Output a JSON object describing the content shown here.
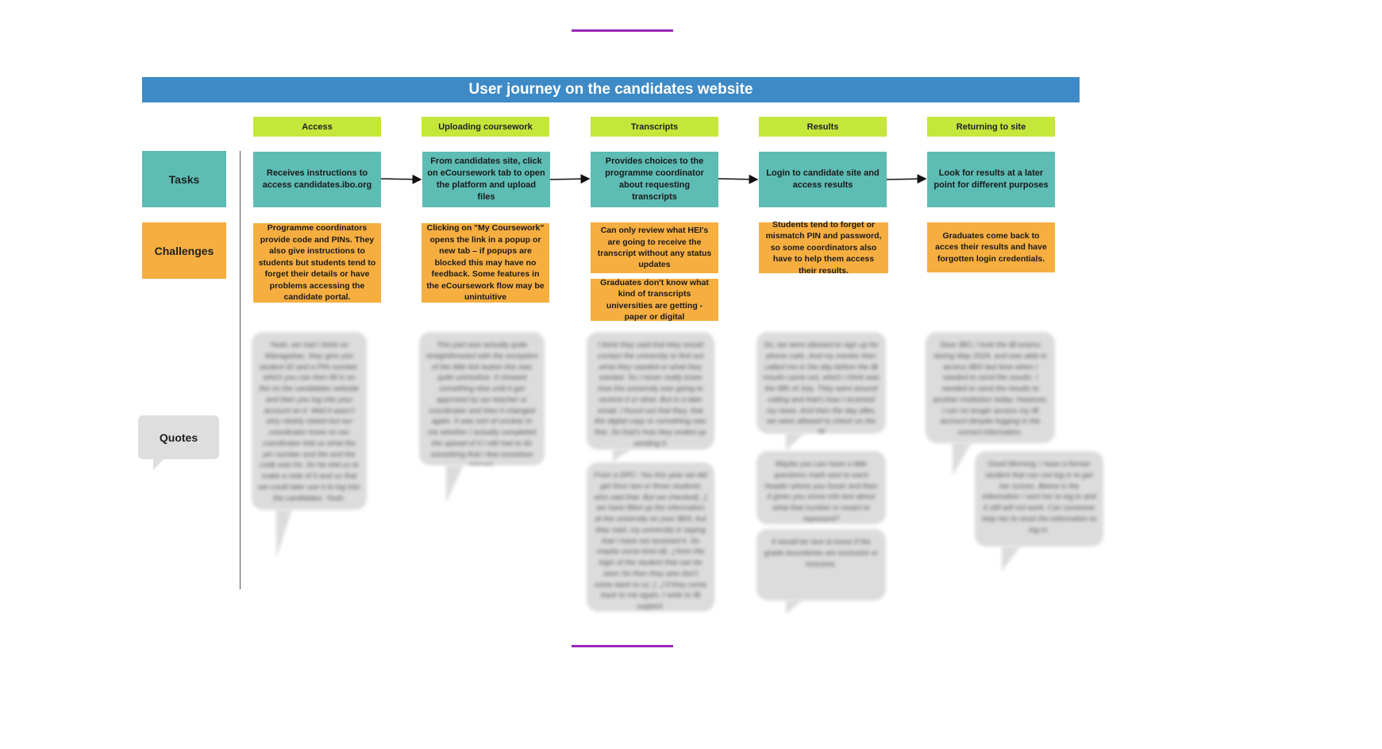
{
  "title": "User journey on the candidates website",
  "row_labels": {
    "tasks": "Tasks",
    "challenges": "Challenges",
    "quotes": "Quotes"
  },
  "colors": {
    "banner": "#3d8ac6",
    "stage": "#c5e63a",
    "task": "#5dbcb4",
    "challenge": "#f6ae41",
    "quote": "#dcdcdc",
    "accent": "#9b27b8"
  },
  "stages": [
    {
      "name": "Access",
      "task": "Receives instructions to access candidates.ibo.org",
      "challenges": [
        "Programme coordinators provide code and PINs. They also give instructions to students but students tend to forget their details or have problems accessing the candidate portal."
      ],
      "quotes": [
        "Yeah, we had I think on Managebac, they give you student ID and a PIN number, which you can then fill in on the on the candidates website and then you log into your account on it. Well it wasn't very clearly stated but our coordinator knew so our coordinator told us what the pin number and the and the code was for. So he told us to make a note of it and so that we could later use it to log into the candidates. Yeah."
      ]
    },
    {
      "name": "Uploading coursework",
      "task": "From candidates site, click on eCoursework tab to open the platform and upload files",
      "challenges": [
        "Clicking on \"My Coursework\" opens the link in a popup or new tab – if popups are blocked this may have no feedback. Some features in the eCoursework flow may be unintuitive"
      ],
      "quotes": [
        "This part was actually quite straightforward with the exception of the little tick button this was quite unintuitive. It showed something else until it got approved by our teacher or coordinator and then it changed again. It was sort of unclear to me whether I actually completed the upload of it I still had to do something that I feel somehow missed."
      ]
    },
    {
      "name": "Transcripts",
      "task": "Provides choices to the programme coordinator about requesting transcripts",
      "challenges": [
        "Can only review what HEI's are going to receive the transcript without any status updates",
        "Graduates don't know what kind of transcripts universities are getting - paper or digital"
      ],
      "quotes": [
        "I think they said that they would contact the university to find out what they needed or what they wanted. So I never really knew how the university was going to receive it or what. But in a later email, I found out that they, that the digital copy or something was fine. So that's how they ended up sending it.",
        "From a DPC: Yes this year we did get from two or three students who said that. But we checked[...] we have filled up the information at the university on your IBIS, but they said, my university is saying that I have not received it. So maybe some kind of[...] from the login of the student that can be seen So then they also don't come back to us. [...] if they come back to me again, I write to IB support."
      ]
    },
    {
      "name": "Results",
      "task": "Login to candidate site and access results",
      "challenges": [
        "Students tend to forget or mismatch PIN and password, so some coordinators also have to help them access their results."
      ],
      "quotes": [
        "So, we were allowed to sign up for phone calls. And my mentor then called me or the day before the IB results came out, which I think was the fifth of July. They went around calling and that's how I received my news. And then the day after, we were allowed to check on the IB",
        "Maybe you can have a little questions mark next to each header where you hover and then it gives you some info text about what that number is meant to represent?",
        "It would be nice to know if the grade boundaries are exclusive or inclusive."
      ]
    },
    {
      "name": "Returning to site",
      "task": "Look for results at a later point for different purposes",
      "challenges": [
        "Graduates come back  to acces their results and have forgotten login credentials."
      ],
      "quotes": [
        "Dear IBO, I took the IB exams during May 2018, and was able to access IBIS last time when I needed to send the results. I needed to send the results to another institution today. However, I can no longer access my IB account despite logging in the correct information.",
        "Good Morning, I have a former student that can not log in to get her scores. Below is the information I sent her to log in and it still will not work. Can someone help her to reset the information to log in."
      ]
    }
  ]
}
